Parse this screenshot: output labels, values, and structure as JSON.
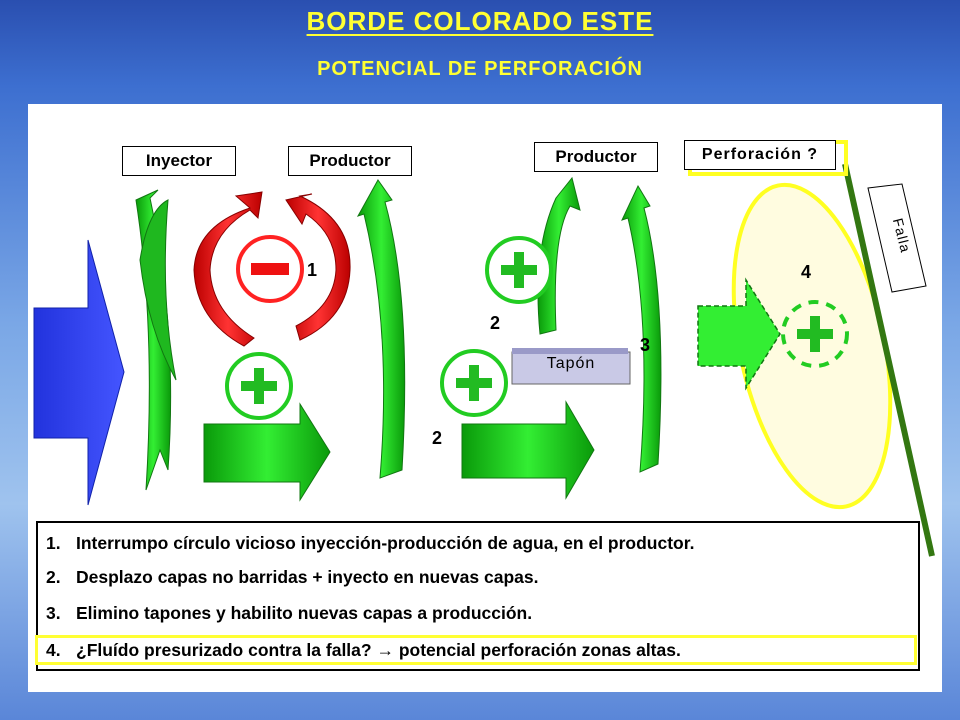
{
  "header": {
    "title": "BORDE  COLORADO  ESTE",
    "subtitle": "POTENCIAL  DE  PERFORACIÓN"
  },
  "labels": {
    "inyector": "Inyector",
    "productor1": "Productor",
    "productor2": "Productor",
    "perforacion": "Perforación ?",
    "tapon": "Tapón",
    "falla": "Falla"
  },
  "numbers": {
    "n1": "1",
    "n2a": "2",
    "n2b": "2",
    "n3": "3",
    "n4": "4"
  },
  "legend": {
    "items": [
      {
        "num": "1.",
        "text": "Interrumpo  círculo vicioso inyección-producción de agua, en el productor."
      },
      {
        "num": "2.",
        "text": "Desplazo capas no barridas + inyecto en nuevas capas."
      },
      {
        "num": "3.",
        "text": "Elimino tapones y habilito nuevas capas a producción."
      },
      {
        "num": "4.",
        "text": "¿Fluído presurizado contra la falla? → potencial perforación zonas altas."
      }
    ]
  },
  "colors": {
    "accent": "#ffff33",
    "green": "#22cc22",
    "red": "#ee1111",
    "blue": "#3344ee"
  }
}
